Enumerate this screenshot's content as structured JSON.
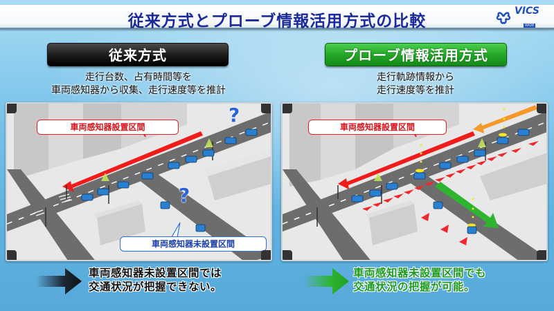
{
  "header": {
    "title": "従来方式とプローブ情報活用方式の比較",
    "logo": {
      "text": "VICS",
      "sub": "WIDE",
      "icon": "vics-flower-logo-icon"
    }
  },
  "colors": {
    "title_text": "#1a2a9c",
    "old_label_bg": "#1e1e1e",
    "new_label_bg": "#24a827",
    "sensor_arrow_red": "#f01c1c",
    "probe_arrow_orange": "#f59a2a",
    "probe_arrow_green": "#2db52f",
    "callout_red": "#e0202a",
    "callout_blue": "#2a6fe0",
    "question_mark": "#2a62d8",
    "car_blue": "#2a7fd0",
    "conclusion_green": "#1b9a1f"
  },
  "left": {
    "label": "従来方式",
    "description": [
      "走行台数、占有時間等を",
      "車両感知器から収集、走行速度等を推計"
    ],
    "diagram": {
      "callout_installed": "車両感知器設置区間",
      "callout_not_installed": "車両感知器未設置区間",
      "question_marks": [
        "?",
        "?"
      ]
    },
    "conclusion": [
      "車両感知器未設置区間では",
      "交通状況が把握できない。"
    ]
  },
  "right": {
    "label": "プローブ情報活用方式",
    "description": [
      "走行軌跡情報から",
      "走行速度等を推計"
    ],
    "diagram": {
      "callout_installed": "車両感知器設置区間"
    },
    "conclusion": [
      "車両感知器未設置区間でも",
      "交通状況の把握が可能。"
    ]
  }
}
